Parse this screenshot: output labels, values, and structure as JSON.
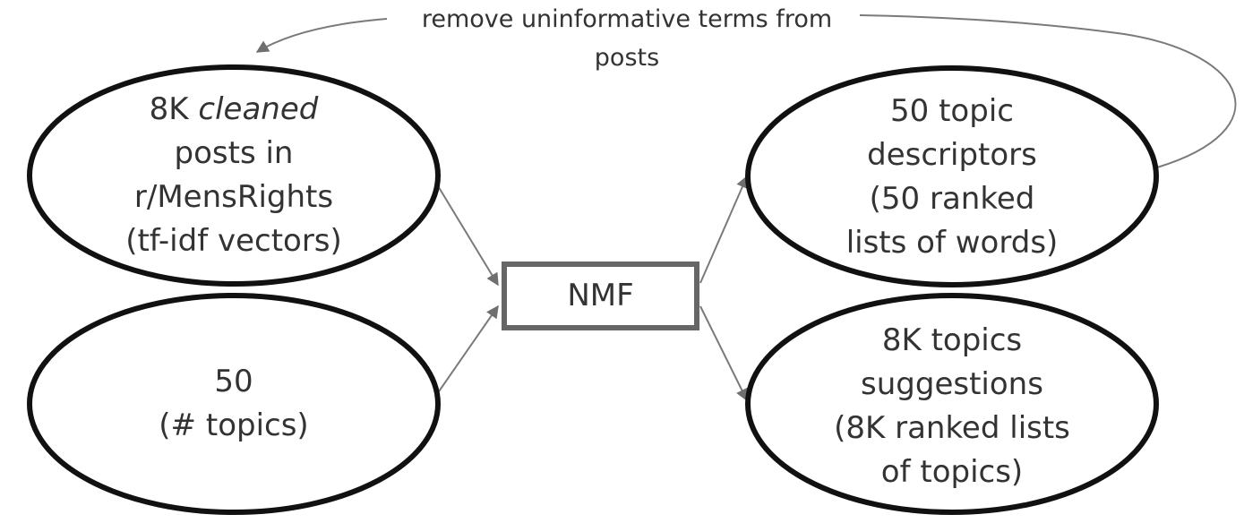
{
  "feedback_label": {
    "line1": "remove uninformative terms from",
    "line2": "posts"
  },
  "inputs": {
    "posts": {
      "line1_pre": "8K ",
      "line1_em": "cleaned",
      "line2": "posts in",
      "line3": "r/MensRights",
      "line4": "(tf-idf vectors)"
    },
    "topics_count": {
      "line1": "50",
      "line2": "(# topics)"
    }
  },
  "process": {
    "label": "NMF"
  },
  "outputs": {
    "descriptors": {
      "line1": "50 topic",
      "line2": "descriptors",
      "line3": "(50 ranked",
      "line4": "lists of words)"
    },
    "suggestions": {
      "line1": "8K topics",
      "line2": "suggestions",
      "line3": "(8K ranked lists",
      "line4": "of topics)"
    }
  },
  "colors": {
    "ellipse_stroke": "#111111",
    "box_stroke": "#666666",
    "arrow": "#6f6f6f",
    "text": "#333333"
  }
}
